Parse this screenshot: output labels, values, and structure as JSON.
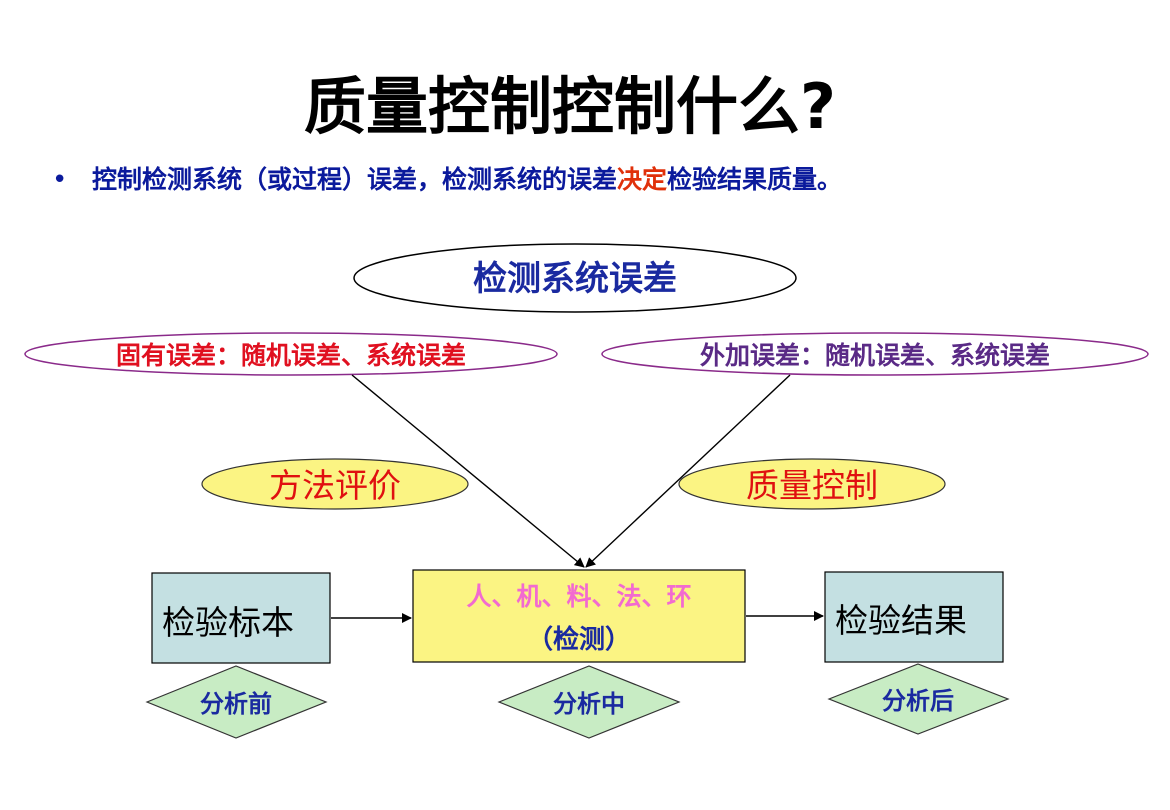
{
  "title": "质量控制控制什么?",
  "bullet": {
    "marker": "•",
    "text_before": "控制检测系统（或过程）误差，检测系统的误差",
    "text_highlight": "决定",
    "text_after": "检验结果质量。"
  },
  "nodes": {
    "top_ellipse": "检测系统误差",
    "left_error": "固有误差：随机误差、系统误差",
    "right_error": "外加误差：随机误差、系统误差",
    "method_eval": "方法评价",
    "quality_control": "质量控制",
    "box_specimen": "检验标本",
    "box_center_line1": "人、机、料、法、环",
    "box_center_line2": "（检测）",
    "box_result": "检验结果",
    "diamond_before": "分析前",
    "diamond_middle": "分析中",
    "diamond_after": "分析后"
  },
  "colors": {
    "title": "#000000",
    "bullet_text": "#0b1a9c",
    "highlight": "#e0300a",
    "left_error_text": "#e01020",
    "right_error_text": "#5a2a86",
    "center_text_pink": "#f26ad0",
    "center_text_blue": "#1a2aa0",
    "yellow_fill": "#fbf483",
    "box_teal": "#c4e0e2",
    "diamond_fill": "#c8ecc4",
    "diamond_text": "#1a2aa0"
  }
}
